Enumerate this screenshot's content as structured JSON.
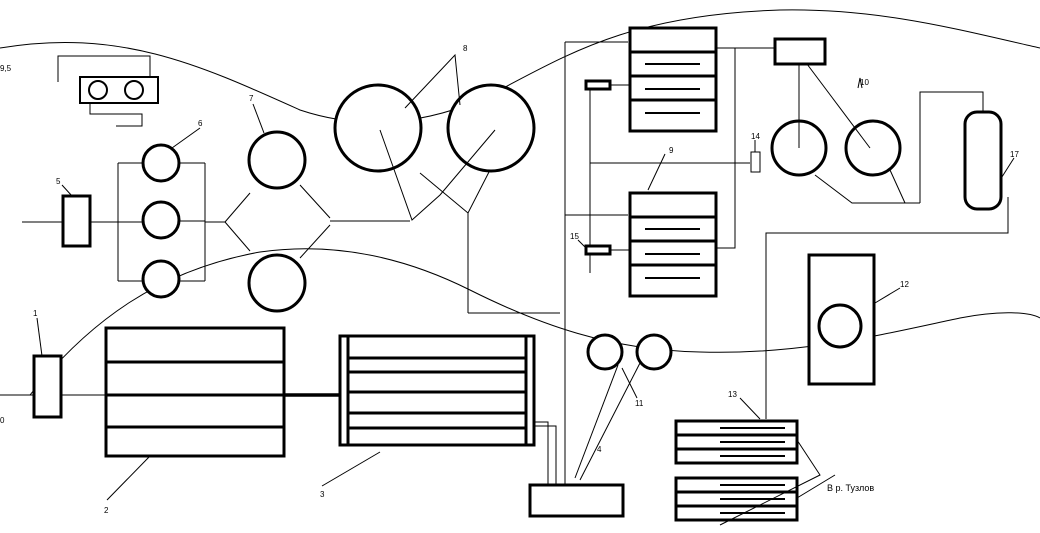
{
  "labels": {
    "n1": "1",
    "n2": "2",
    "n3": "3",
    "n4": "4",
    "n5": "5",
    "n6": "6",
    "n7": "7",
    "n8": "8",
    "n9": "9",
    "n10": "10",
    "n11": "11",
    "n12": "12",
    "n13": "13",
    "n14": "14",
    "n15": "15",
    "n17": "17",
    "edge_top": "9,5",
    "edge_left": "0",
    "river": "В р. Тузлов"
  }
}
